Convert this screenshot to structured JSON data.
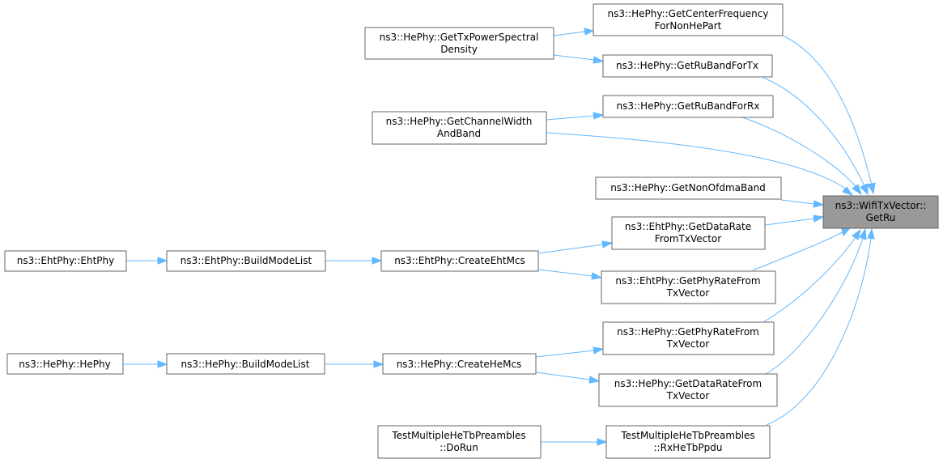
{
  "graph": {
    "colors": {
      "edge": "#63b8ff",
      "node_border": "#666666",
      "target_fill": "#999999",
      "node_fill": "#ffffff"
    },
    "nodes": {
      "getru": [
        "ns3::WifiTxVector::",
        "GetRu"
      ],
      "getcenterfreq": [
        "ns3::HePhy::GetCenterFrequency",
        "ForNonHePart"
      ],
      "gettxpsd": [
        "ns3::HePhy::GetTxPowerSpectral",
        "Density"
      ],
      "getrubandfortx": [
        "ns3::HePhy::GetRuBandForTx"
      ],
      "getrubandforrx": [
        "ns3::HePhy::GetRuBandForRx"
      ],
      "getchannelwidth": [
        "ns3::HePhy::GetChannelWidth",
        "AndBand"
      ],
      "getnonofdmaband": [
        "ns3::HePhy::GetNonOfdmaBand"
      ],
      "eht_getdatarate": [
        "ns3::EhtPhy::GetDataRate",
        "FromTxVector"
      ],
      "eht_ehtphy": [
        "ns3::EhtPhy::EhtPhy"
      ],
      "eht_buildmodelist": [
        "ns3::EhtPhy::BuildModeList"
      ],
      "eht_createehtmcs": [
        "ns3::EhtPhy::CreateEhtMcs"
      ],
      "eht_getphyrate": [
        "ns3::EhtPhy::GetPhyRateFrom",
        "TxVector"
      ],
      "he_getphyrate": [
        "ns3::HePhy::GetPhyRateFrom",
        "TxVector"
      ],
      "he_hephy": [
        "ns3::HePhy::HePhy"
      ],
      "he_buildmodelist": [
        "ns3::HePhy::BuildModeList"
      ],
      "he_createhemcs": [
        "ns3::HePhy::CreateHeMcs"
      ],
      "he_getdatarate": [
        "ns3::HePhy::GetDataRateFrom",
        "TxVector"
      ],
      "test_dorun": [
        "TestMultipleHeTbPreambles",
        "::DoRun"
      ],
      "test_rxhetbppdu": [
        "TestMultipleHeTbPreambles",
        "::RxHeTbPpdu"
      ]
    }
  }
}
